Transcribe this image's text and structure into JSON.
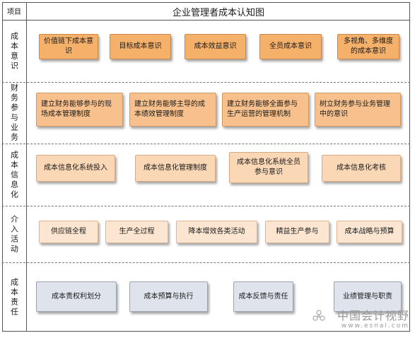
{
  "header": {
    "item_label": "项目",
    "title": "企业管理者成本认知图"
  },
  "rows": [
    {
      "label": "成本意识",
      "boxes": [
        "价值链下成本意识",
        "目标成本意识",
        "成本效益意识",
        "全员成本意识",
        "多视角、多维度的成本意识"
      ]
    },
    {
      "label": "财务参与业务",
      "boxes": [
        "建立财务能够参与的现场成本管理制度",
        "建立财务能够主导的成本绩效管理制度",
        "建立财务能够全面参与生产运营的管理机制",
        "树立财务参与业务管理中的意识"
      ]
    },
    {
      "label": "成本信息化",
      "boxes": [
        "成本信息化系统投入",
        "成本信息化管理制度",
        "成本信息化系统全员参与意识",
        "成本信息化考核"
      ]
    },
    {
      "label": "介入活动",
      "boxes": [
        "供应链全程",
        "生产全过程",
        "降本增效各类活动",
        "精益生产参与",
        "成本战略与预算"
      ]
    },
    {
      "label": "成本责任",
      "boxes": [
        "成本责权利划分",
        "成本预算与执行",
        "成本反馈与责任",
        "业绩管理与职责"
      ]
    }
  ],
  "watermark": {
    "name": "中国会计视野",
    "url": "www.esnai.com",
    "icon": "snowflake-icon"
  },
  "colors": {
    "row1": "#f5b06a",
    "row2": "#f8c08c",
    "row3": "#fad7b5",
    "row4": "#fce6d1",
    "row5": "#dfe4ec"
  }
}
